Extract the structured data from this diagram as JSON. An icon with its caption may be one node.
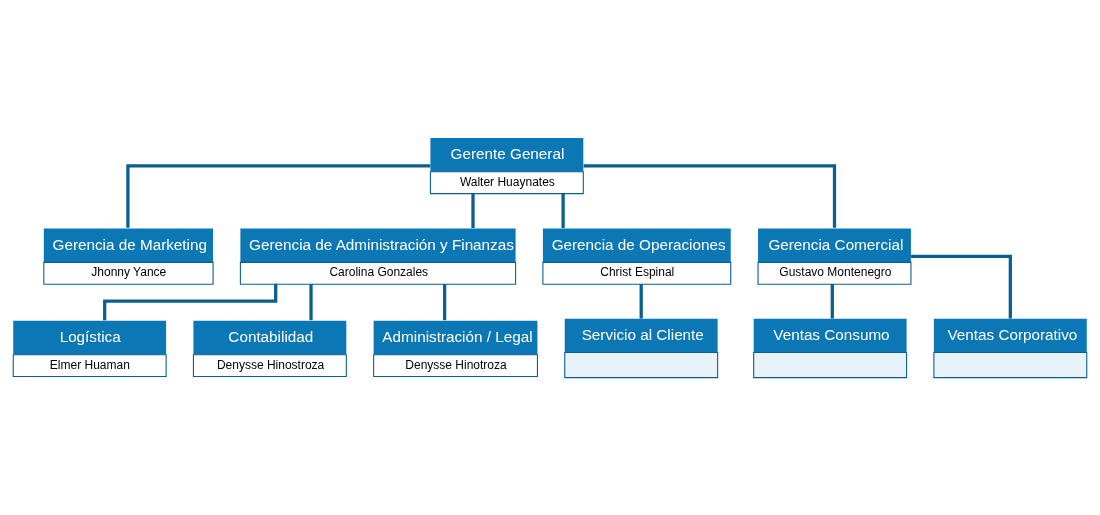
{
  "diagram": {
    "nodes": [
      {
        "text": [
          "Gerente General",
          "Walter Huaynates"
        ]
      },
      {
        "text": [
          "Gerencia de Marketing",
          "Jhonny Yance"
        ]
      },
      {
        "text": [
          "Gerencia de Administración y Finanzas",
          "Carolina Gonzales"
        ]
      },
      {
        "text": [
          "Gerencia de Operaciones",
          "Christ Espinal"
        ]
      },
      {
        "text": [
          "Gerencia Comercial",
          "Gustavo Montenegro"
        ]
      },
      {
        "text": [
          "Logística",
          "Elmer Huaman"
        ]
      },
      {
        "text": [
          "Contabilidad",
          "Denysse Hinostroza"
        ]
      },
      {
        "text": [
          "Administración / Legal",
          "Denysse Hinotroza"
        ]
      },
      {
        "text": [
          "Servicio al Cliente"
        ]
      },
      {
        "text": [
          "Ventas Consumo"
        ]
      },
      {
        "text": [
          "Ventas Corporativo"
        ]
      }
    ],
    "edges": [
      {
        "from": 0,
        "to": 1,
        "arrow": "none"
      },
      {
        "from": 0,
        "to": 2,
        "arrow": "none"
      },
      {
        "from": 0,
        "to": 3,
        "arrow": "none"
      },
      {
        "from": 0,
        "to": 4,
        "arrow": "none"
      },
      {
        "from": 2,
        "to": 5,
        "arrow": "none"
      },
      {
        "from": 2,
        "to": 6,
        "arrow": "none"
      },
      {
        "from": 2,
        "to": 7,
        "arrow": "none"
      },
      {
        "from": 3,
        "to": 8,
        "arrow": "none"
      },
      {
        "from": 4,
        "to": 9,
        "arrow": "none"
      },
      {
        "from": 4,
        "to": 10,
        "arrow": "none"
      }
    ]
  }
}
